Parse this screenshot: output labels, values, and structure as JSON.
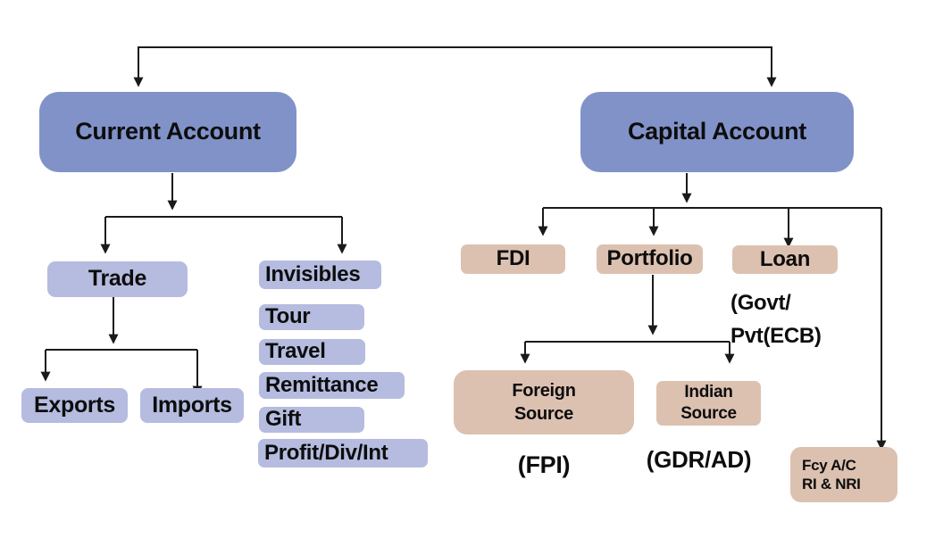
{
  "colors": {
    "primary_blue": "#8092c8",
    "light_blue": "#b5bcdf",
    "tan": "#dcc1b1",
    "line": "#1a1a1a"
  },
  "tree": {
    "current_account": "Current Account",
    "capital_account": "Capital Account",
    "trade": "Trade",
    "exports": "Exports",
    "imports": "Imports",
    "invisibles": [
      "Invisibles",
      "Tour",
      "Travel",
      "Remittance",
      "Gift",
      "Profit/Div/Int"
    ],
    "fdi": "FDI",
    "portfolio": "Portfolio",
    "loan": "Loan",
    "loan_note_line1": "(Govt/",
    "loan_note_line2": "Pvt(ECB)",
    "foreign_source_line1": "Foreign",
    "foreign_source_line2": "Source",
    "indian_source_line1": "Indian",
    "indian_source_line2": "Source",
    "foreign_source_note": "(FPI)",
    "indian_source_note": "(GDR/AD)",
    "fcy_line1": "Fcy A/C",
    "fcy_line2": "RI & NRI"
  }
}
